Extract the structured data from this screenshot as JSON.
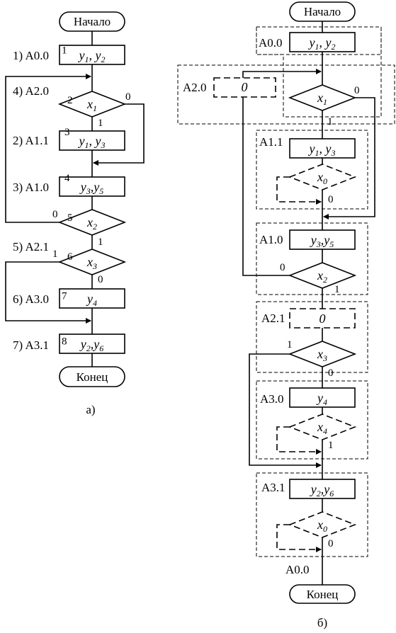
{
  "left": {
    "start": "Начало",
    "end": "Конец",
    "caption": "а)",
    "states": [
      "1) A0.0",
      "4) A2.0",
      "2) A1.1",
      "3) A1.0",
      "5) A2.1",
      "6) A3.0",
      "7) A3.1"
    ],
    "block_numbers": [
      "1",
      "2",
      "3",
      "4",
      "5",
      "6",
      "7",
      "8"
    ],
    "operators": [
      "y1, y2",
      "y1, y3",
      "y3,y5",
      "y4",
      "y2,y6"
    ],
    "conditions": [
      "x1",
      "x2",
      "x3"
    ],
    "branch_labels": {
      "x1_yes": "1",
      "x1_no": "0",
      "x2_yes": "1",
      "x2_no": "0",
      "x3_yes": "1",
      "x3_no": "0"
    }
  },
  "right": {
    "start": "Начало",
    "end": "Конец",
    "caption": "б)",
    "states": [
      "A0.0",
      "A2.0",
      "A1.1",
      "A1.0",
      "A2.1",
      "A3.0",
      "A3.1",
      "A0.0"
    ],
    "operators": [
      "y1, y2",
      "0",
      "y1, y3",
      "y3,y5",
      "0",
      "y4",
      "y2,y6"
    ],
    "conditions": [
      "x1",
      "x0",
      "x2",
      "x3",
      "x4",
      "x0"
    ],
    "branch_labels": [
      "0",
      "1",
      "0",
      "0",
      "1",
      "1",
      "0",
      "1",
      "0"
    ]
  }
}
